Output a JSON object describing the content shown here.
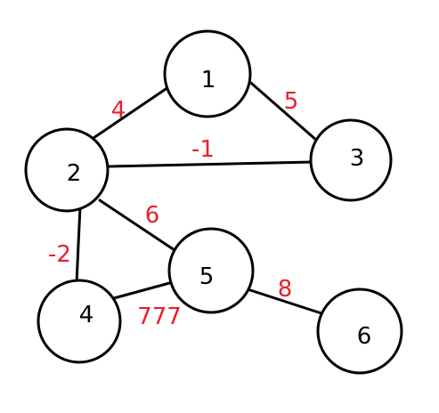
{
  "nodes": [
    {
      "id": "1",
      "label": "1"
    },
    {
      "id": "2",
      "label": "2"
    },
    {
      "id": "3",
      "label": "3"
    },
    {
      "id": "4",
      "label": "4"
    },
    {
      "id": "5",
      "label": "5"
    },
    {
      "id": "6",
      "label": "6"
    }
  ],
  "edges": [
    {
      "from": "2",
      "to": "1",
      "weight": "4"
    },
    {
      "from": "1",
      "to": "3",
      "weight": "5"
    },
    {
      "from": "2",
      "to": "3",
      "weight": "-1"
    },
    {
      "from": "2",
      "to": "5",
      "weight": "6"
    },
    {
      "from": "2",
      "to": "4",
      "weight": "-2"
    },
    {
      "from": "4",
      "to": "5",
      "weight": "777"
    },
    {
      "from": "5",
      "to": "6",
      "weight": "8"
    }
  ],
  "colors": {
    "stroke": "#000000",
    "weight_text": "#e8202a",
    "node_fill": "#ffffff"
  }
}
